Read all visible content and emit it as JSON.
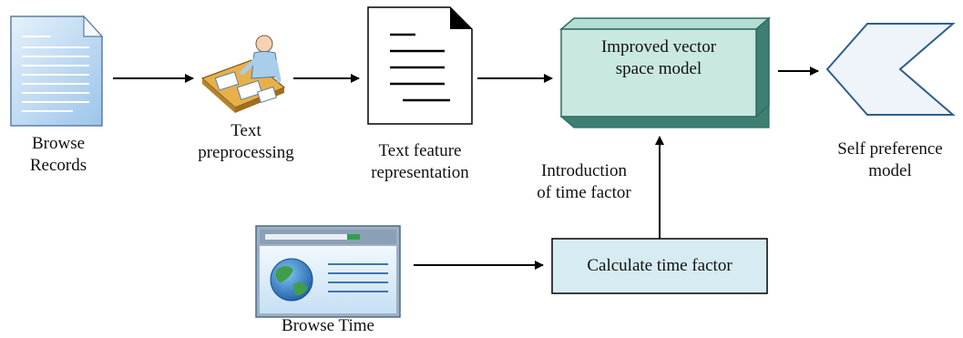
{
  "nodes": {
    "browse_records": {
      "line1": "Browse",
      "line2": "Records"
    },
    "text_preprocessing": {
      "line1": "Text",
      "line2": "preprocessing"
    },
    "text_feature": {
      "line1": "Text feature",
      "line2": "representation"
    },
    "vector_model": {
      "line1": "Improved vector",
      "line2": "space model"
    },
    "self_preference": {
      "line1": "Self preference",
      "line2": "model"
    },
    "browse_time": {
      "line1": "Browse Time"
    },
    "calculate_time": {
      "line1": "Calculate time factor"
    }
  },
  "edges": {
    "time_factor_intro": {
      "line1": "Introduction",
      "line2": "of time factor"
    }
  },
  "colors": {
    "document_blue": "#cfe3f5",
    "box_fill": "#d6ecf2",
    "model_fill": "#c9e8e0",
    "model_side": "#3e7f73",
    "model_border": "#2f6d62",
    "line": "#000000"
  }
}
